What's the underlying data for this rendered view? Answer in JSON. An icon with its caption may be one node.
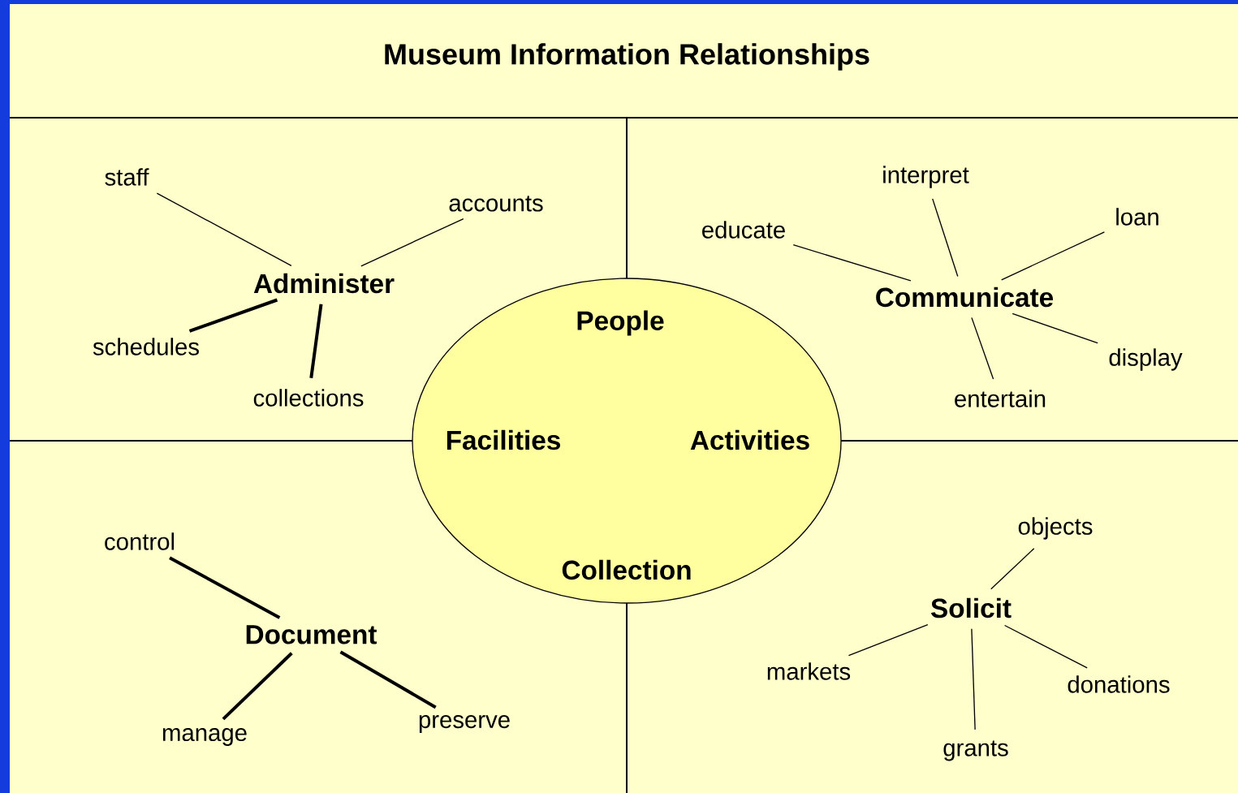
{
  "diagram": {
    "title": "Museum Information Relationships",
    "nodes": [
      {
        "text": [
          "Administer"
        ]
      },
      {
        "text": [
          "staff"
        ]
      },
      {
        "text": [
          "accounts"
        ]
      },
      {
        "text": [
          "schedules"
        ]
      },
      {
        "text": [
          "collections"
        ]
      },
      {
        "text": [
          "Communicate"
        ]
      },
      {
        "text": [
          "interpret"
        ]
      },
      {
        "text": [
          "educate"
        ]
      },
      {
        "text": [
          "loan"
        ]
      },
      {
        "text": [
          "display"
        ]
      },
      {
        "text": [
          "entertain"
        ]
      },
      {
        "text": [
          "People",
          "Facilities",
          "Activities",
          "Collection"
        ]
      },
      {
        "text": [
          "Document"
        ]
      },
      {
        "text": [
          "control"
        ]
      },
      {
        "text": [
          "manage"
        ]
      },
      {
        "text": [
          "preserve"
        ]
      },
      {
        "text": [
          "Solicit"
        ]
      },
      {
        "text": [
          "objects"
        ]
      },
      {
        "text": [
          "markets"
        ]
      },
      {
        "text": [
          "donations"
        ]
      },
      {
        "text": [
          "grants"
        ]
      }
    ],
    "edges": [
      {
        "from": 0,
        "to": 1,
        "arrow": "none"
      },
      {
        "from": 0,
        "to": 2,
        "arrow": "none"
      },
      {
        "from": 0,
        "to": 3,
        "arrow": "none",
        "style": "thick"
      },
      {
        "from": 0,
        "to": 4,
        "arrow": "none",
        "style": "thick"
      },
      {
        "from": 5,
        "to": 6,
        "arrow": "none"
      },
      {
        "from": 5,
        "to": 7,
        "arrow": "none"
      },
      {
        "from": 5,
        "to": 8,
        "arrow": "none"
      },
      {
        "from": 5,
        "to": 9,
        "arrow": "none"
      },
      {
        "from": 5,
        "to": 10,
        "arrow": "none"
      },
      {
        "from": 12,
        "to": 13,
        "arrow": "none",
        "style": "thick"
      },
      {
        "from": 12,
        "to": 14,
        "arrow": "none",
        "style": "thick"
      },
      {
        "from": 12,
        "to": 15,
        "arrow": "none",
        "style": "thick"
      },
      {
        "from": 16,
        "to": 17,
        "arrow": "none"
      },
      {
        "from": 16,
        "to": 18,
        "arrow": "none"
      },
      {
        "from": 16,
        "to": 19,
        "arrow": "none"
      },
      {
        "from": 16,
        "to": 20,
        "arrow": "none"
      }
    ]
  }
}
